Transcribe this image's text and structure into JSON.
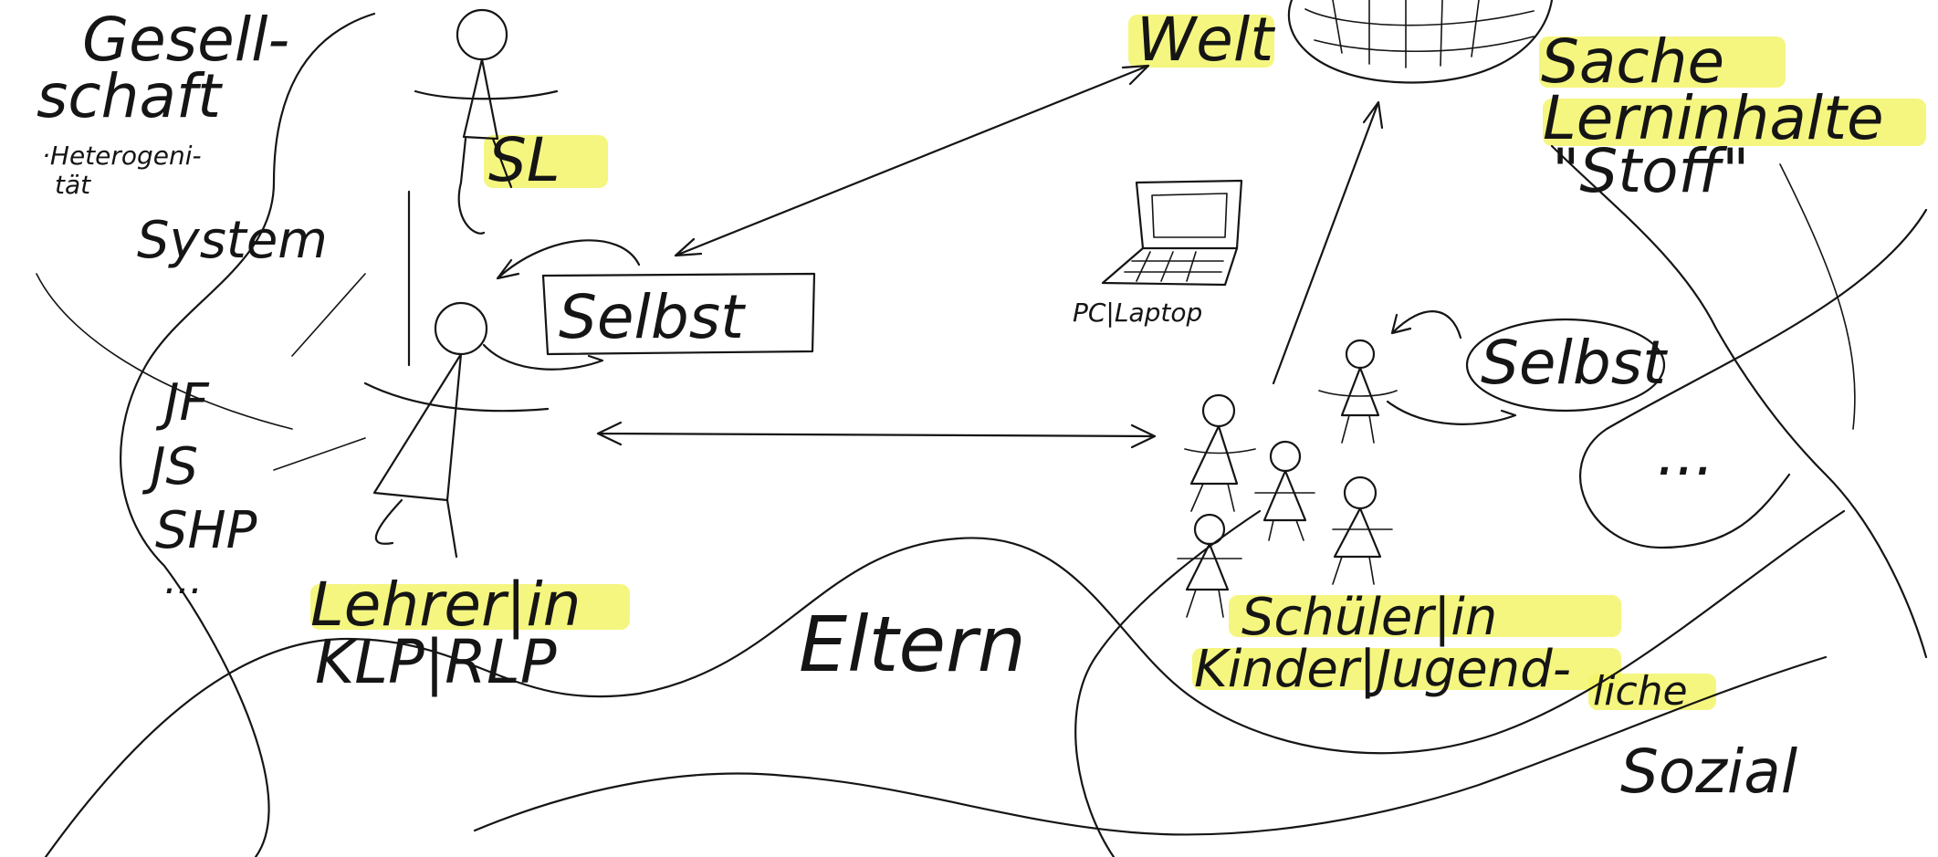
{
  "labels": {
    "gesellschaft_line1": "Gesell-",
    "gesellschaft_line2": "schaft",
    "heterogenitaet_line1": "·Heterogeni-",
    "heterogenitaet_line2": "tät",
    "system": "System",
    "sl": "SL",
    "selbst_teacher": "Selbst",
    "jf": "JF",
    "js": "JS",
    "shp": "SHP",
    "ellipsis_left": "...",
    "lehrer_line1": "Lehrer|in",
    "lehrer_line2": "KLP|RLP",
    "eltern": "Eltern",
    "welt": "Welt",
    "sache_line1": "Sache",
    "sache_line2": "Lerninhalte",
    "sache_line3": "\"Stoff\"",
    "laptop": "PC|Laptop",
    "selbst_student": "Selbst",
    "schueler_line1": "Schüler|in",
    "schueler_line2": "Kinder|Jugend-",
    "schueler_line3": "liche",
    "ellipsis_right": "...",
    "sozial": "Sozial"
  },
  "colors": {
    "ink": "#151515",
    "highlighter": "#f3f56a",
    "paper": "#ffffff"
  }
}
